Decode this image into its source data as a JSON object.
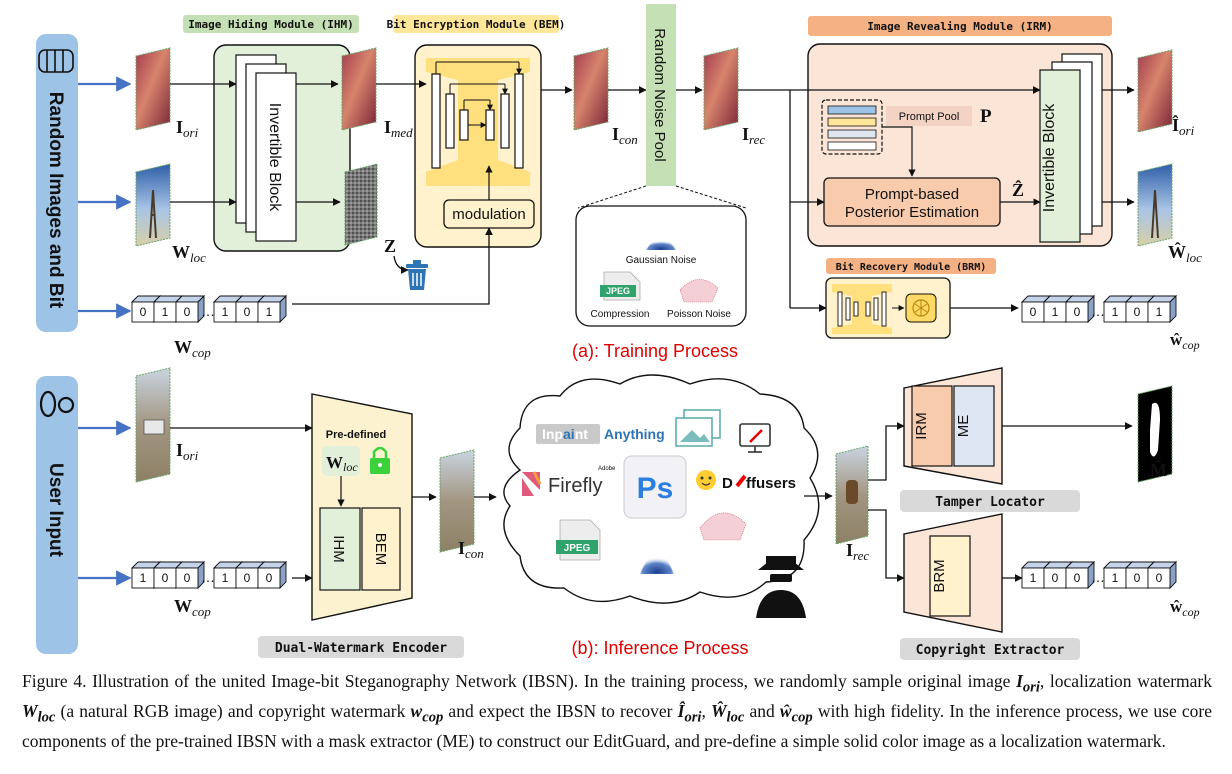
{
  "training": {
    "side_label": "Random Images and Bit",
    "title": "(a): Training Process",
    "modules": {
      "ihm": "Image Hiding Module (IHM)",
      "bem": "Bit Encryption Module (BEM)",
      "irm": "Image Revealing Module (IRM)",
      "brm": "Bit Recovery Module (BRM)"
    },
    "invertible_block": "Invertible Block",
    "modulation": "modulation",
    "noise_pool": "Random Noise Pool",
    "noises": [
      "Gaussian Noise",
      "Compression",
      "Poisson Noise"
    ],
    "jpeg": "JPEG",
    "prompt_pool": "Prompt Pool",
    "prompt_pool_symbol": "P",
    "posterior_1": "Prompt-based",
    "posterior_2": "Posterior Estimation",
    "zhat": "Ẑ",
    "z": "Z",
    "bits_in": [
      "0",
      "1",
      "0",
      "1",
      "0",
      "1"
    ],
    "bits_out": [
      "0",
      "1",
      "0",
      "1",
      "0",
      "1"
    ],
    "labels": {
      "I": "I",
      "W": "W",
      "w": "w",
      "ori": "ori",
      "loc": "loc",
      "med": "med",
      "con": "con",
      "rec": "rec",
      "cop": "cop"
    }
  },
  "inference": {
    "side_label": "User Input",
    "title": "(b): Inference Process",
    "predefined": "Pre-defined",
    "encoder_ihm": "IHM",
    "encoder_bem": "BEM",
    "encoder_label": "Dual-Watermark Encoder",
    "irm": "IRM",
    "me": "ME",
    "brm": "BRM",
    "tamper_locator": "Tamper Locator",
    "copyright_extractor": "Copyright Extractor",
    "mask_label": "M̂",
    "bits_in": [
      "1",
      "0",
      "0",
      "1",
      "0",
      "0"
    ],
    "bits_out": [
      "1",
      "0",
      "0",
      "1",
      "0",
      "0"
    ],
    "tools": {
      "inpaint_a": "Inp",
      "inpaint_b": "ai",
      "inpaint_c": "nt",
      "anything": "Anything",
      "adobe": "Adobe",
      "firefly": "Firefly",
      "ps": "Ps",
      "diffusers_d": "D",
      "diffusers_rest": "ffusers",
      "jpeg": "JPEG"
    }
  },
  "colors": {
    "ihm_fill": "#e2efd9",
    "bem_fill": "#fff2cc",
    "irm_fill": "#fbe5d6",
    "noise_pool": "#c5e0b4",
    "side_bar": "#9dc3e6",
    "arrow_blue": "#4472c4",
    "title_red": "#e00000",
    "brm_tag": "#f4b183",
    "encoder_fill": "#fdf2d0"
  },
  "caption": {
    "line1": "Figure 4. Illustration of the united Image-bit Steganography Network (IBSN). In the training process, we randomly sample original image",
    "i_ori": "I",
    "i_ori_sub": "ori",
    "t1": ", localization watermark ",
    "w_loc": "W",
    "w_loc_sub": "loc",
    "t2": " (a natural RGB image) and copyright watermark ",
    "w_cop": "w",
    "w_cop_sub": "cop",
    "t3": " and expect the IBSN to recover ",
    "i_hat": "Î",
    "i_hat_sub": "ori",
    "t4": ", ",
    "w_hat": "Ŵ",
    "w_hat_sub": "loc",
    "t5": " and",
    "w_hat2": "ŵ",
    "w_hat2_sub": "cop",
    "t6": " with high fidelity. In the inference process, we use core components of the pre-trained IBSN with a mask extractor (ME) to construct our EditGuard, and pre-define a simple solid color image as a localization watermark."
  }
}
